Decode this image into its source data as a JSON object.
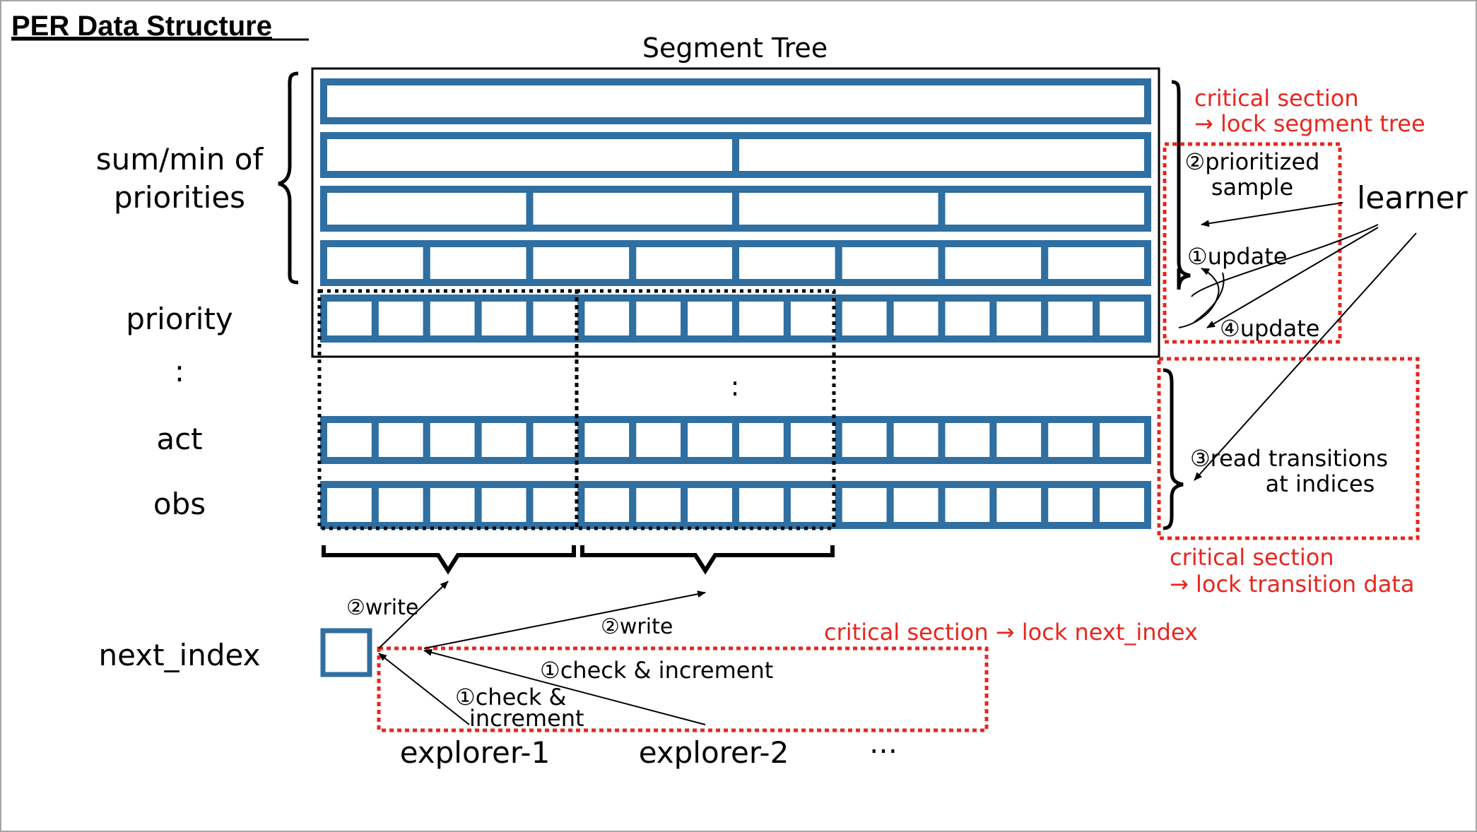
{
  "title": "PER Data Structure",
  "segment_tree_label": "Segment Tree",
  "row_labels": {
    "sum_min_line1": "sum/min of",
    "sum_min_line2": "priorities",
    "priority": "priority",
    "ellipsis_vertical": ":",
    "act": "act",
    "obs": "obs",
    "next_index": "next_index"
  },
  "middle_ellipsis": ":",
  "segment_tree_levels": [
    1,
    2,
    4,
    8
  ],
  "buffer_cells": 16,
  "explorer_block_cells": 5,
  "colors": {
    "cell_blue": "#2f6fa1",
    "critical_red": "#e8261e",
    "text_black": "#000000",
    "frame_gray": "#a6a6a6"
  },
  "learner": {
    "label": "learner",
    "step2_line1": "②prioritized",
    "step2_line2": "sample",
    "step1": "①update",
    "step4": "④update",
    "step3_line1": "③read transitions",
    "step3_line2": "at indices"
  },
  "critical_sections": {
    "segment_tree_line1": "critical section",
    "segment_tree_line2": "→ lock segment tree",
    "transition_line1": "critical section",
    "transition_line2": "→ lock transition data",
    "next_index": "critical section → lock next_index"
  },
  "explorers": {
    "explorer1": "explorer-1",
    "explorer2": "explorer-2",
    "more": "…",
    "write1": "②write",
    "write2": "②write",
    "check1_line1": "①check &",
    "check1_line2": "increment",
    "check2": "①check & increment"
  }
}
